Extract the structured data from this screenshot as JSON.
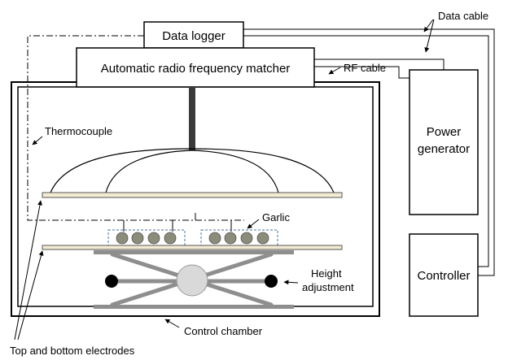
{
  "labels": {
    "data_logger": "Data logger",
    "rf_matcher": "Automatic radio frequency matcher",
    "power_generator_line1": "Power",
    "power_generator_line2": "generator",
    "controller": "Controller",
    "data_cable": "Data cable",
    "rf_cable": "RF cable",
    "thermocouple": "Thermocouple",
    "garlic": "Garlic",
    "height_adjustment_line1": "Height",
    "height_adjustment_line2": "adjustment",
    "control_chamber": "Control chamber",
    "electrodes": "Top and bottom electrodes"
  },
  "colors": {
    "line": "#000000",
    "electrode_fill": "#f2ead3",
    "garlic_fill": "#8c8c7a",
    "sample_box_stroke": "#4a6fa5",
    "lift_bar": "#8e8e8e",
    "lift_wheel": "#d9d9d9"
  }
}
